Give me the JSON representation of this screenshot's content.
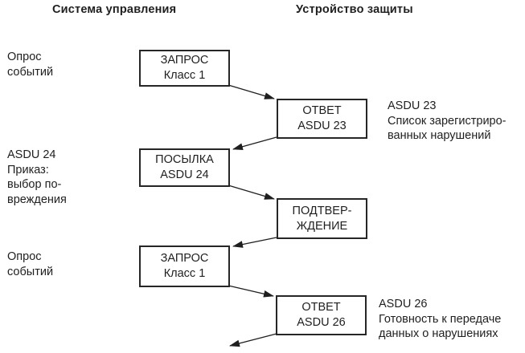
{
  "diagram": {
    "headers": {
      "left": "Система управления",
      "right": "Устройство защиты"
    },
    "boxes": [
      {
        "name": "request-class1-first",
        "line1": "ЗАПРОС",
        "line2": "Класс 1"
      },
      {
        "name": "reply-asdu23",
        "line1": "ОТВЕТ",
        "line2": "ASDU 23"
      },
      {
        "name": "send-asdu24",
        "line1": "ПОСЫЛКА",
        "line2": "ASDU 24"
      },
      {
        "name": "confirmation",
        "line1": "ПОДТВЕР-",
        "line2": "ЖДЕНИЕ"
      },
      {
        "name": "request-class1-second",
        "line1": "ЗАПРОС",
        "line2": "Класс 1"
      },
      {
        "name": "reply-asdu26",
        "line1": "ОТВЕТ",
        "line2": "ASDU 26"
      }
    ],
    "left_notes": [
      {
        "lines": [
          "Опрос",
          "событий"
        ]
      },
      {
        "lines": [
          "ASDU 24",
          "Приказ:",
          "выбор по-",
          "вреждения"
        ]
      },
      {
        "lines": [
          "Опрос",
          "событий"
        ]
      }
    ],
    "right_notes": [
      {
        "lines": [
          "ASDU 23",
          "Список зарегистриро-",
          "ванных нарушений"
        ]
      },
      {
        "lines": [
          "ASDU 26",
          "Готовность к передаче",
          "данных о нарушениях"
        ]
      }
    ],
    "colors": {
      "line": "#1f1f1f",
      "text": "#1f1f1f",
      "background": "#ffffff"
    }
  }
}
